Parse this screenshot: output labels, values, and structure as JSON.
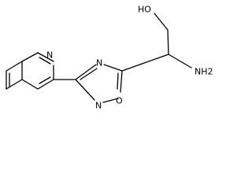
{
  "structure": {
    "atom_labels": {
      "hydroxyl": "HO",
      "amine": "NH2",
      "pyridine_n": "N",
      "oxadiazole_n3": "N",
      "oxadiazole_n2": "N",
      "oxadiazole_o": "O"
    },
    "colors": {
      "bond": "#000000",
      "text": "#000000",
      "background": "#ffffff"
    }
  }
}
